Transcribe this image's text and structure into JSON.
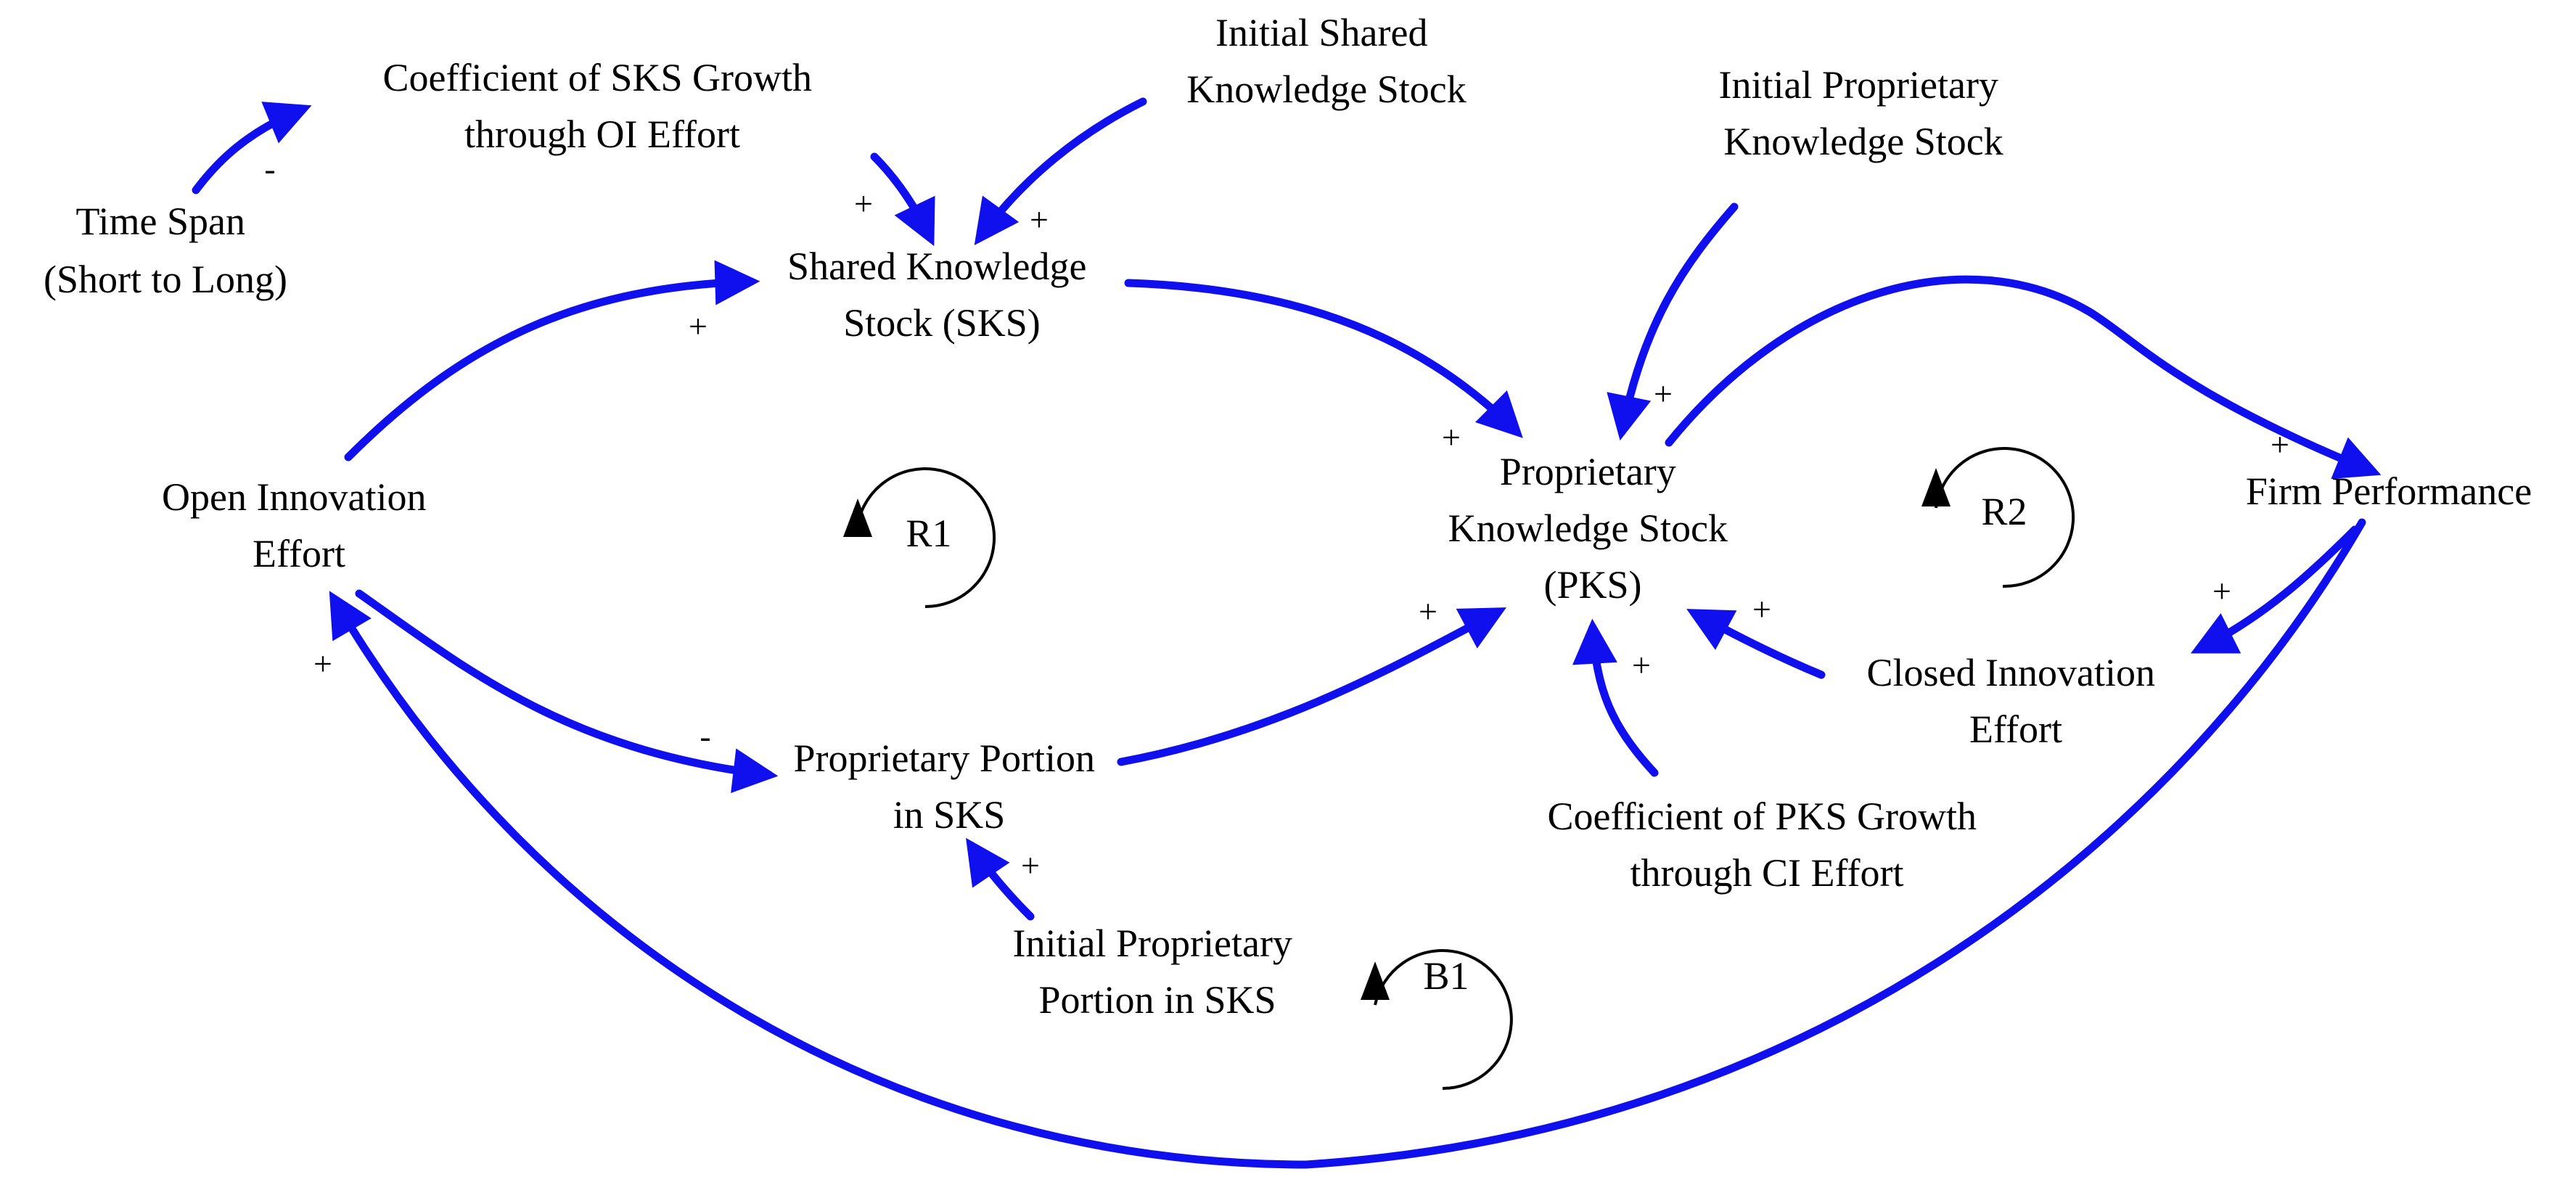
{
  "colors": {
    "link": "#1010ee",
    "text": "#000000",
    "background": "#ffffff",
    "loop": "#000000"
  },
  "nodes": {
    "time_span": [
      "Time Span",
      "(Short to Long)"
    ],
    "coef_sks": [
      "Coefficient of SKS Growth",
      "through OI Effort"
    ],
    "initial_sks": [
      "Initial Shared",
      "Knowledge Stock"
    ],
    "initial_pks": [
      "Initial Proprietary",
      "Knowledge Stock"
    ],
    "sks": [
      "Shared Knowledge",
      "Stock (SKS)"
    ],
    "oie": [
      "Open Innovation",
      "Effort"
    ],
    "pks": [
      "Proprietary",
      "Knowledge Stock",
      "(PKS)"
    ],
    "firm": [
      "Firm Performance"
    ],
    "cie": [
      "Closed Innovation",
      "Effort"
    ],
    "coef_pks": [
      "Coefficient of PKS Growth",
      "through CI Effort"
    ],
    "pps": [
      "Proprietary Portion",
      "in SKS"
    ],
    "initial_pps": [
      "Initial Proprietary",
      "Portion in SKS"
    ]
  },
  "loops": {
    "r1": "R1",
    "r2": "R2",
    "b1": "B1"
  },
  "signs": {
    "time_to_coef": "-",
    "coef_to_sks": "+",
    "initsks_to_sks": "+",
    "oie_to_sks": "+",
    "sks_to_pks": "+",
    "initpks_to_pks": "+",
    "pks_to_firm": "+",
    "firm_to_cie": "+",
    "cie_to_pks": "+",
    "coefpks_to_pks": "+",
    "pps_to_pks": "+",
    "oie_to_pps": "-",
    "initpps_to_pps": "+",
    "firm_to_oie": "+"
  }
}
